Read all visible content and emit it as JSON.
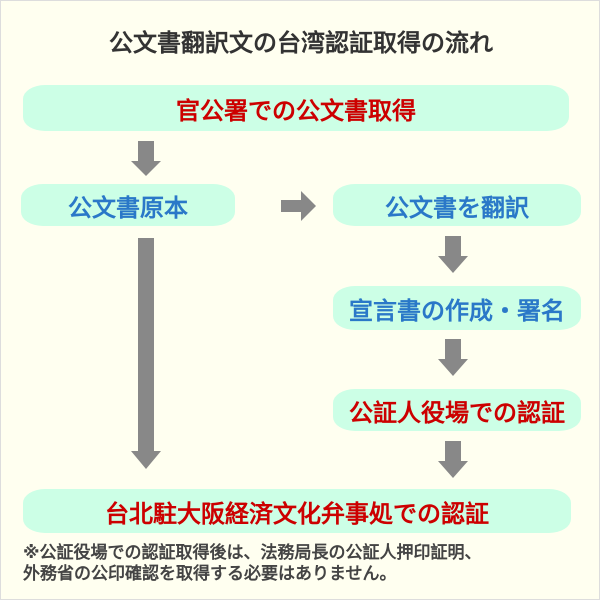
{
  "title": "公文書翻訳文の台湾認証取得の流れ",
  "steps": {
    "obtain": "官公署での公文書取得",
    "original": "公文書原本",
    "translate": "公文書を翻訳",
    "declaration": "宣言書の作成・署名",
    "notary": "公証人役場での認証",
    "taipei": "台北駐大阪経済文化弁事処での認証"
  },
  "note": [
    "※公証役場での認証取得後は、法務局長の公証人押印証明、",
    "外務省の公印確認を取得する必要はありません。"
  ],
  "colors": {
    "box": "#ccffe6",
    "red": "#cc0000",
    "blue": "#2a78c8",
    "arrow": "#888888"
  }
}
